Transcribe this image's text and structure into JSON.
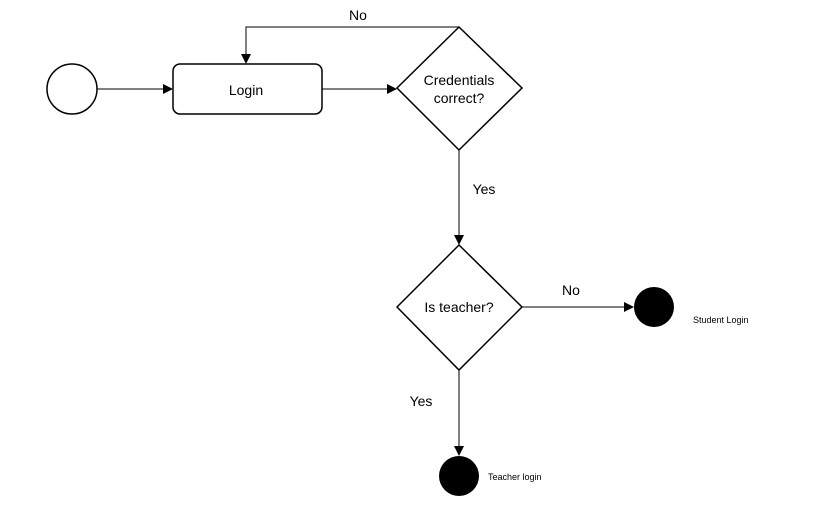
{
  "nodes": {
    "login": {
      "label": "Login"
    },
    "credentials": {
      "label_line1": "Credentials",
      "label_line2": "correct?"
    },
    "is_teacher": {
      "label": "Is teacher?"
    },
    "student_end": {
      "label": "Student Login"
    },
    "teacher_end": {
      "label": "Teacher login"
    }
  },
  "edges": {
    "credentials_no": "No",
    "credentials_yes": "Yes",
    "teacher_no": "No",
    "teacher_yes": "Yes"
  },
  "colors": {
    "stroke": "#000000",
    "fill": "#ffffff",
    "end_fill": "#000000"
  }
}
